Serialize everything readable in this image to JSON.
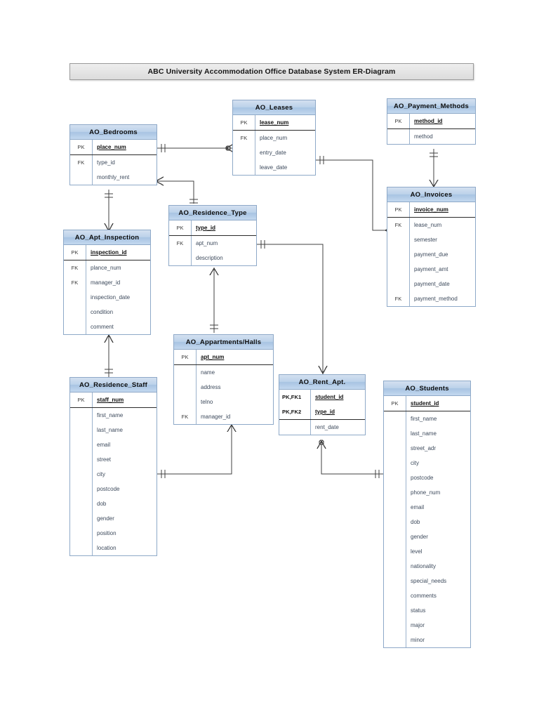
{
  "diagram": {
    "title": "ABC University Accommodation Office Database System ER-Diagram",
    "notation": "crows-foot",
    "entity_count": 10,
    "relationship_count": 9
  },
  "entities": [
    {
      "id": "ao_bedrooms",
      "name": "AO_Bedrooms",
      "pk_attrs": [
        {
          "key": "PK",
          "name": "place_num",
          "is_pk": true
        }
      ],
      "attrs": [
        {
          "key": "FK",
          "name": "type_id",
          "is_pk": false
        },
        {
          "key": "",
          "name": "monthly_rent",
          "is_pk": false
        }
      ]
    },
    {
      "id": "ao_leases",
      "name": "AO_Leases",
      "pk_attrs": [
        {
          "key": "PK",
          "name": "lease_num",
          "is_pk": true
        }
      ],
      "attrs": [
        {
          "key": "FK",
          "name": "place_num",
          "is_pk": false
        },
        {
          "key": "",
          "name": "entry_date",
          "is_pk": false
        },
        {
          "key": "",
          "name": "leave_date",
          "is_pk": false
        }
      ]
    },
    {
      "id": "ao_payment_methods",
      "name": "AO_Payment_Methods",
      "pk_attrs": [
        {
          "key": "PK",
          "name": "method_id",
          "is_pk": true
        }
      ],
      "attrs": [
        {
          "key": "",
          "name": "method",
          "is_pk": false
        }
      ]
    },
    {
      "id": "ao_invoices",
      "name": "AO_Invoices",
      "pk_attrs": [
        {
          "key": "PK",
          "name": "invoice_num",
          "is_pk": true
        }
      ],
      "attrs": [
        {
          "key": "FK",
          "name": "lease_num",
          "is_pk": false
        },
        {
          "key": "",
          "name": "semester",
          "is_pk": false
        },
        {
          "key": "",
          "name": "payment_due",
          "is_pk": false
        },
        {
          "key": "",
          "name": "payment_amt",
          "is_pk": false
        },
        {
          "key": "",
          "name": "payment_date",
          "is_pk": false
        },
        {
          "key": "FK",
          "name": "payment_method",
          "is_pk": false
        }
      ]
    },
    {
      "id": "ao_residence_type",
      "name": "AO_Residence_Type",
      "pk_attrs": [
        {
          "key": "PK",
          "name": "type_id",
          "is_pk": true
        }
      ],
      "attrs": [
        {
          "key": "FK",
          "name": "apt_num",
          "is_pk": false
        },
        {
          "key": "",
          "name": "description",
          "is_pk": false
        }
      ]
    },
    {
      "id": "ao_apt_inspection",
      "name": "AO_Apt_Inspection",
      "pk_attrs": [
        {
          "key": "PK",
          "name": "inspection_id",
          "is_pk": true
        }
      ],
      "attrs": [
        {
          "key": "FK",
          "name": "plance_num",
          "is_pk": false
        },
        {
          "key": "FK",
          "name": "manager_id",
          "is_pk": false
        },
        {
          "key": "",
          "name": "inspection_date",
          "is_pk": false
        },
        {
          "key": "",
          "name": "condition",
          "is_pk": false
        },
        {
          "key": "",
          "name": "comment",
          "is_pk": false
        }
      ]
    },
    {
      "id": "ao_appartments_halls",
      "name": "AO_Appartments/Halls",
      "pk_attrs": [
        {
          "key": "PK",
          "name": "apt_num",
          "is_pk": true
        }
      ],
      "attrs": [
        {
          "key": "",
          "name": "name",
          "is_pk": false
        },
        {
          "key": "",
          "name": "address",
          "is_pk": false
        },
        {
          "key": "",
          "name": "telno",
          "is_pk": false
        },
        {
          "key": "FK",
          "name": "manager_id",
          "is_pk": false
        }
      ]
    },
    {
      "id": "ao_rent_apt",
      "name": "AO_Rent_Apt.",
      "pk_attrs": [
        {
          "key": "PK,FK1",
          "name": "student_id",
          "is_pk": true
        },
        {
          "key": "PK,FK2",
          "name": "type_id",
          "is_pk": true
        }
      ],
      "attrs": [
        {
          "key": "",
          "name": "rent_date",
          "is_pk": false
        }
      ]
    },
    {
      "id": "ao_residence_staff",
      "name": "AO_Residence_Staff",
      "pk_attrs": [
        {
          "key": "PK",
          "name": "staff_num",
          "is_pk": true
        }
      ],
      "attrs": [
        {
          "key": "",
          "name": "first_name",
          "is_pk": false
        },
        {
          "key": "",
          "name": "last_name",
          "is_pk": false
        },
        {
          "key": "",
          "name": "email",
          "is_pk": false
        },
        {
          "key": "",
          "name": "street",
          "is_pk": false
        },
        {
          "key": "",
          "name": "city",
          "is_pk": false
        },
        {
          "key": "",
          "name": "postcode",
          "is_pk": false
        },
        {
          "key": "",
          "name": "dob",
          "is_pk": false
        },
        {
          "key": "",
          "name": "gender",
          "is_pk": false
        },
        {
          "key": "",
          "name": "position",
          "is_pk": false
        },
        {
          "key": "",
          "name": "location",
          "is_pk": false
        }
      ]
    },
    {
      "id": "ao_students",
      "name": "AO_Students",
      "pk_attrs": [
        {
          "key": "PK",
          "name": "student_id",
          "is_pk": true
        }
      ],
      "attrs": [
        {
          "key": "",
          "name": "first_name",
          "is_pk": false
        },
        {
          "key": "",
          "name": "last_name",
          "is_pk": false
        },
        {
          "key": "",
          "name": "street_adr",
          "is_pk": false
        },
        {
          "key": "",
          "name": "city",
          "is_pk": false
        },
        {
          "key": "",
          "name": "postcode",
          "is_pk": false
        },
        {
          "key": "",
          "name": "phone_num",
          "is_pk": false
        },
        {
          "key": "",
          "name": "email",
          "is_pk": false
        },
        {
          "key": "",
          "name": "dob",
          "is_pk": false
        },
        {
          "key": "",
          "name": "gender",
          "is_pk": false
        },
        {
          "key": "",
          "name": "level",
          "is_pk": false
        },
        {
          "key": "",
          "name": "nationality",
          "is_pk": false
        },
        {
          "key": "",
          "name": "special_needs",
          "is_pk": false
        },
        {
          "key": "",
          "name": "comments",
          "is_pk": false
        },
        {
          "key": "",
          "name": "status",
          "is_pk": false
        },
        {
          "key": "",
          "name": "major",
          "is_pk": false
        },
        {
          "key": "",
          "name": "minor",
          "is_pk": false
        }
      ]
    }
  ],
  "relationships": [
    {
      "from": "ao_bedrooms",
      "to": "ao_leases",
      "from_card": "one-one",
      "to_card": "zero-many"
    },
    {
      "from": "ao_bedrooms",
      "to": "ao_apt_inspection",
      "from_card": "one-one",
      "to_card": "many"
    },
    {
      "from": "ao_residence_type",
      "to": "ao_bedrooms",
      "from_card": "one-one",
      "to_card": "many"
    },
    {
      "from": "ao_leases",
      "to": "ao_invoices",
      "from_card": "one-one",
      "to_card": "zero-many"
    },
    {
      "from": "ao_payment_methods",
      "to": "ao_invoices",
      "from_card": "one-one",
      "to_card": "many"
    },
    {
      "from": "ao_residence_type",
      "to": "ao_rent_apt",
      "from_card": "one-one",
      "to_card": "many"
    },
    {
      "from": "ao_appartments_halls",
      "to": "ao_residence_type",
      "from_card": "one-one",
      "to_card": "many"
    },
    {
      "from": "ao_residence_staff",
      "to": "ao_appartments_halls",
      "from_card": "one-one",
      "to_card": "many"
    },
    {
      "from": "ao_students",
      "to": "ao_rent_apt",
      "from_card": "one-one",
      "to_card": "zero-many"
    },
    {
      "from": "ao_apt_inspection",
      "to": "ao_residence_staff",
      "from_card": "many",
      "to_card": "one-one"
    }
  ],
  "colors": {
    "entity_header": "#a8c4e2",
    "entity_border": "#8ea9c8",
    "connector": "#404040",
    "banner": "#e4e4e4"
  }
}
